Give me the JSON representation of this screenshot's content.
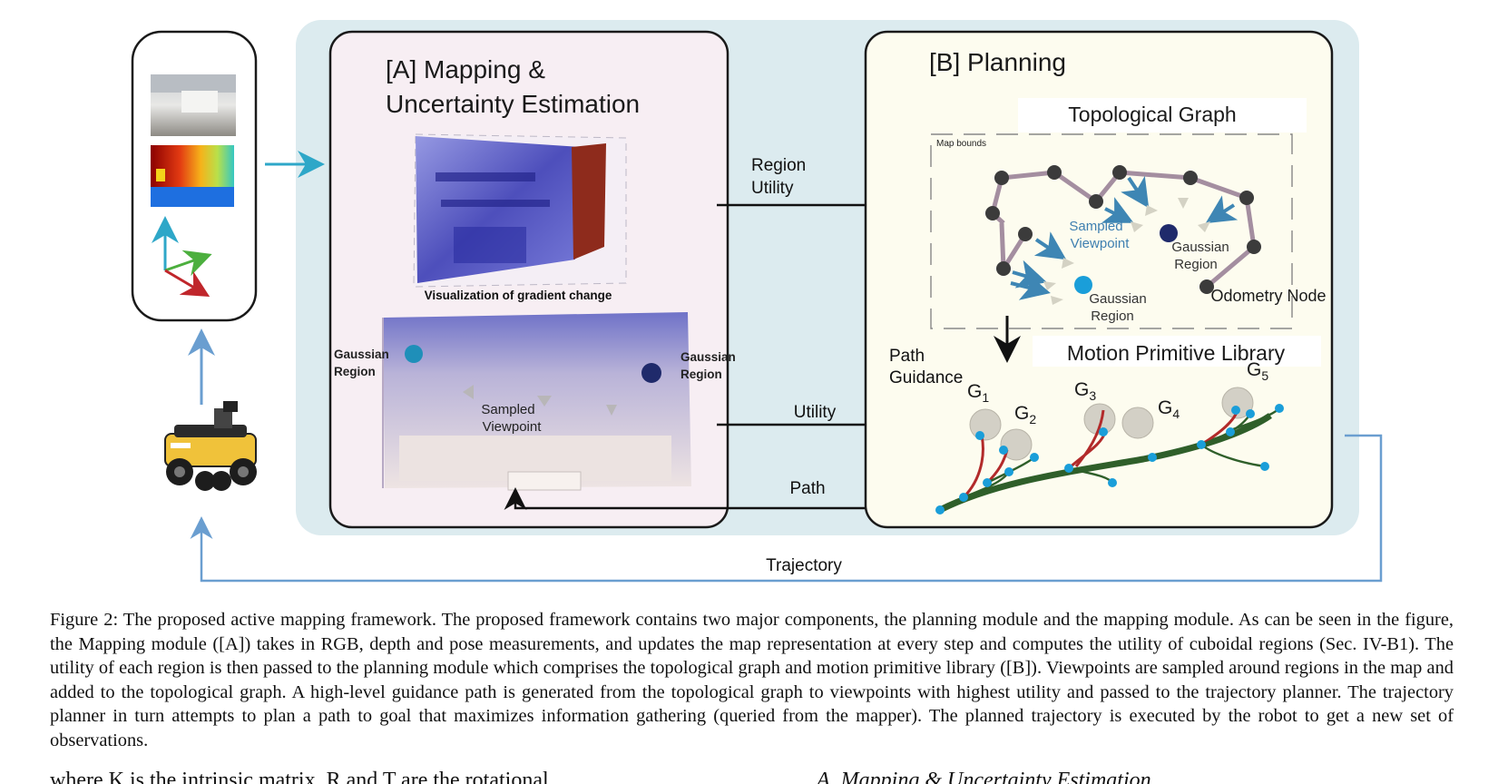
{
  "panel_a": {
    "title_line1": "[A] Mapping &",
    "title_line2": "Uncertainty Estimation",
    "viz_label": "Visualization of gradient change",
    "gaussian_left_line1": "Gaussian",
    "gaussian_left_line2": "Region",
    "gaussian_right_line1": "Gaussian",
    "gaussian_right_line2": "Region",
    "sampled_line1": "Sampled",
    "sampled_line2": "Viewpoint"
  },
  "panel_b": {
    "title": "[B] Planning",
    "topo_title": "Topological Graph",
    "map_bounds": "Map bounds",
    "sampled_line1": "Sampled",
    "sampled_line2": "Viewpoint",
    "gaussian1_line1": "Gaussian",
    "gaussian1_line2": "Region",
    "gaussian2_line1": "Gaussian",
    "gaussian2_line2": "Region",
    "odometry": "Odometry Node",
    "path_guidance_line1": "Path",
    "path_guidance_line2": "Guidance",
    "mpl_title": "Motion Primitive Library",
    "goals": [
      "G",
      "G",
      "G",
      "G",
      "G"
    ],
    "goal_subs": [
      "1",
      "2",
      "3",
      "4",
      "5"
    ]
  },
  "arrows": {
    "region_utility_line1": "Region",
    "region_utility_line2": "Utility",
    "utility": "Utility",
    "path": "Path",
    "trajectory": "Trajectory"
  },
  "colors": {
    "outer_bg": "#dcebef",
    "panel_a_bg": "#f7eef3",
    "panel_b_bg": "#fdfcef",
    "trajectory_line": "#6a9ed0",
    "cyan_arrow": "#2ea7c8",
    "graph_edge": "#a48ea0",
    "graph_node": "#3b3b3b",
    "primitive_main": "#2f5f2a",
    "primitive_branch": "#b22a2a",
    "viewpoint_dot": "#1a9ed9",
    "region_dark": "#1f2a6b"
  },
  "caption": "Figure 2: The proposed active mapping framework. The proposed framework contains two major components, the planning module and the mapping module. As can be seen in the figure, the Mapping module ([A]) takes in RGB, depth and pose measurements, and updates the map representation at every step and computes the utility of cuboidal regions (Sec. IV-B1). The utility of each region is then passed to the planning module which comprises the topological graph and motion primitive library ([B]). Viewpoints are sampled around regions in the map and added to the topological graph. A high-level guidance path is generated from the topological graph to viewpoints with highest utility and passed to the trajectory planner. The trajectory planner in turn attempts to plan a path to goal that maximizes information gathering (queried from the mapper). The planned trajectory is executed by the robot to get a new set of observations.",
  "body_cutoff_left": "where K is the intrinsic matrix, R and T are the rotational",
  "body_cutoff_right": "A. Mapping & Uncertainty Estimation"
}
